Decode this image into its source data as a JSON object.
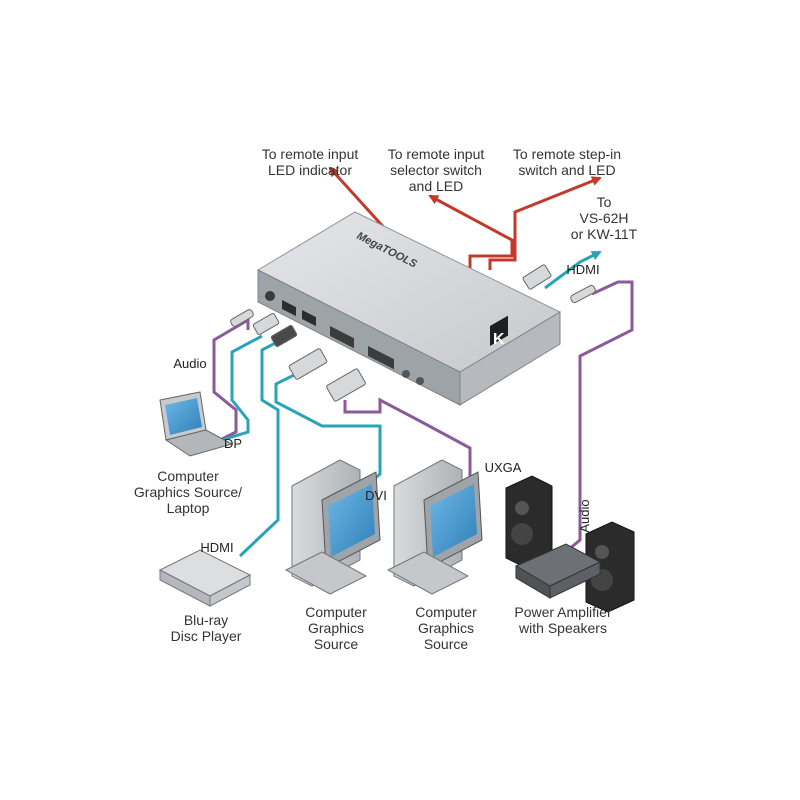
{
  "colors": {
    "red_cable": "#c23a2b",
    "teal_cable": "#2aa3b9",
    "purple_cable": "#8a5a9a",
    "device_body": "#c9ccd0",
    "device_front": "#9ea3a8",
    "brand_logo": "#1e1e1e"
  },
  "device": {
    "brand_mark": "K",
    "model_text": "MegaTOOLS"
  },
  "labels": {
    "remote_input_led": "To remote input\nLED indicator",
    "remote_input_selector": "To remote input\nselector switch\nand LED",
    "remote_step_in": "To remote step-in\nswitch and LED",
    "to_vs62h": "To\nVS-62H\nor KW-11T",
    "hdmi_out": "HDMI",
    "audio_in": "Audio",
    "dp": "DP",
    "laptop": "Computer\nGraphics Source/\nLaptop",
    "hdmi_in": "HDMI",
    "bluray": "Blu-ray\nDisc Player",
    "dvi": "DVI",
    "uxga": "UXGA",
    "pc_dvi": "Computer\nGraphics\nSource",
    "pc_uxga": "Computer\nGraphics\nSource",
    "audio_out": "Audio",
    "amplifier": "Power Amplifier\nwith Speakers"
  }
}
